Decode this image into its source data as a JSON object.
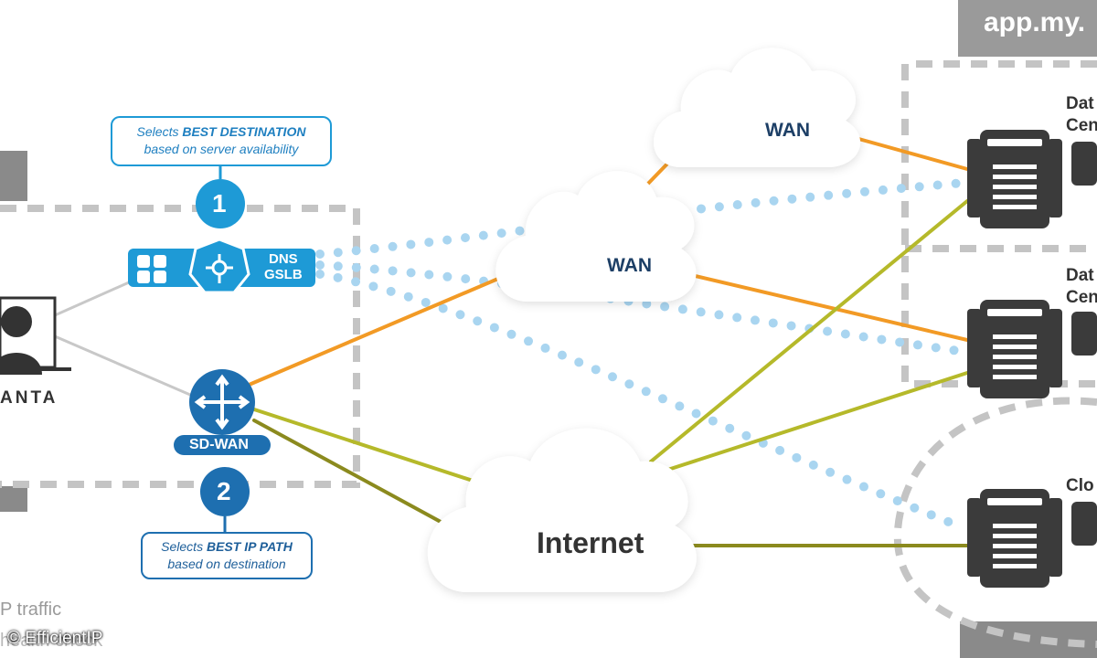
{
  "top_tab": {
    "label": "app.my."
  },
  "callout_1": {
    "line1_prefix": "Selects ",
    "line1_bold": "BEST DESTINATION",
    "line2": "based on server availability"
  },
  "callout_2": {
    "line1_prefix": "Selects ",
    "line1_bold": "BEST IP PATH",
    "line2": "based on destination"
  },
  "step_1": {
    "number": "1"
  },
  "step_2": {
    "number": "2"
  },
  "dns_gslb": {
    "label_line1": "DNS",
    "label_line2": "GSLB"
  },
  "sdwan": {
    "label": "SD-WAN"
  },
  "user": {
    "label": "ANTA"
  },
  "clouds": {
    "wan_top": "WAN",
    "wan_mid": "WAN",
    "internet": "Internet"
  },
  "datacenters": [
    {
      "line1": "Dat",
      "line2": "Cen"
    },
    {
      "line1": "Dat",
      "line2": "Cen"
    },
    {
      "line1": "Clo",
      "line2": ""
    }
  ],
  "legend": {
    "line1": "P traffic",
    "line2": "health check"
  },
  "watermark": "© EfficientIP",
  "colors": {
    "orange_link": "#f29a25",
    "olive_link": "#b5b92a",
    "dark_olive_link": "#8b8a1e",
    "dotted_health": "#a9d5f0",
    "accent_blue": "#1e9ad6",
    "dark_blue": "#1e6fb0",
    "server_dark": "#3b3b3b",
    "grey_dash": "#c4c4c4"
  }
}
